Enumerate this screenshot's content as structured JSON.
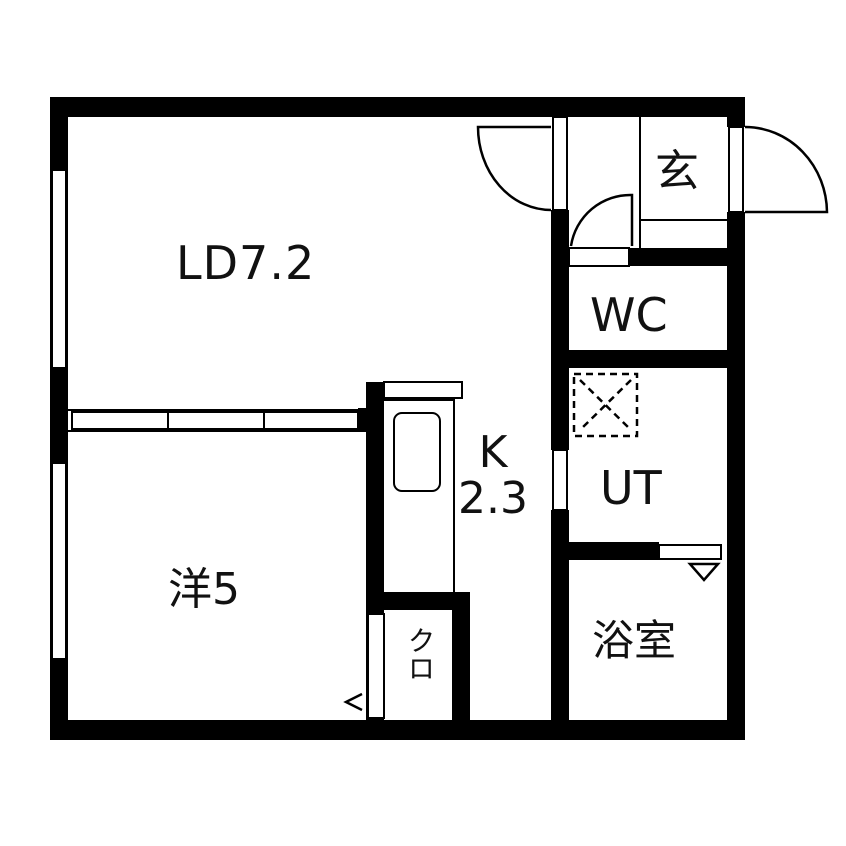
{
  "floor_plan": {
    "rooms": [
      {
        "id": "ld",
        "label": "LD7.2",
        "type": "living-dining",
        "size_jo": 7.2
      },
      {
        "id": "kitchen",
        "label_line1": "K",
        "label_line2": "2.3",
        "type": "kitchen",
        "size_jo": 2.3
      },
      {
        "id": "western",
        "label": "洋5",
        "type": "western-room",
        "size_jo": 5
      },
      {
        "id": "closet",
        "label": "クロ",
        "type": "closet"
      },
      {
        "id": "entrance",
        "label": "玄",
        "type": "entrance"
      },
      {
        "id": "wc",
        "label": "WC",
        "type": "toilet"
      },
      {
        "id": "utility",
        "label": "UT",
        "type": "utility"
      },
      {
        "id": "bathroom",
        "label": "浴室",
        "type": "bathroom"
      }
    ],
    "fixtures": [
      {
        "name": "kitchen-sink",
        "room": "kitchen"
      },
      {
        "name": "washing-machine-space",
        "room": "utility"
      }
    ],
    "colors": {
      "wall": "#000000",
      "background": "#ffffff",
      "line": "#111111"
    }
  }
}
